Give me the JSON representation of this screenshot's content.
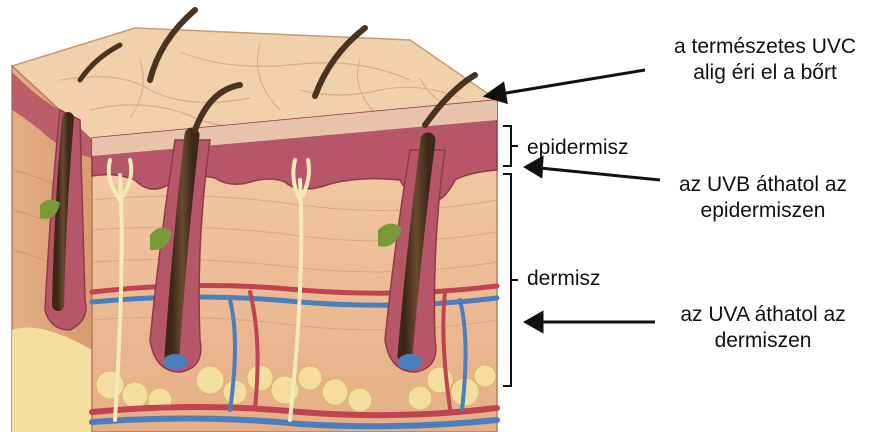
{
  "labels": {
    "uvc_line1": "a természetes UVC",
    "uvc_line2": "alig éri el a bőrt",
    "epidermis": "epidermisz",
    "uvb_line1": "az UVB áthatol az",
    "uvb_line2": "epidermiszen",
    "dermis": "dermisz",
    "uva_line1": "az UVA áthatol az",
    "uva_line2": "dermiszen"
  },
  "colors": {
    "surface": "#f0cfa8",
    "epidermis_layer": "#b65668",
    "dermis": "#eebb93",
    "fat": "#f3dea0",
    "vein": "#4a7fbf",
    "artery": "#c0444f",
    "nerve": "#f4e9b8",
    "hair": "#4b3322"
  }
}
